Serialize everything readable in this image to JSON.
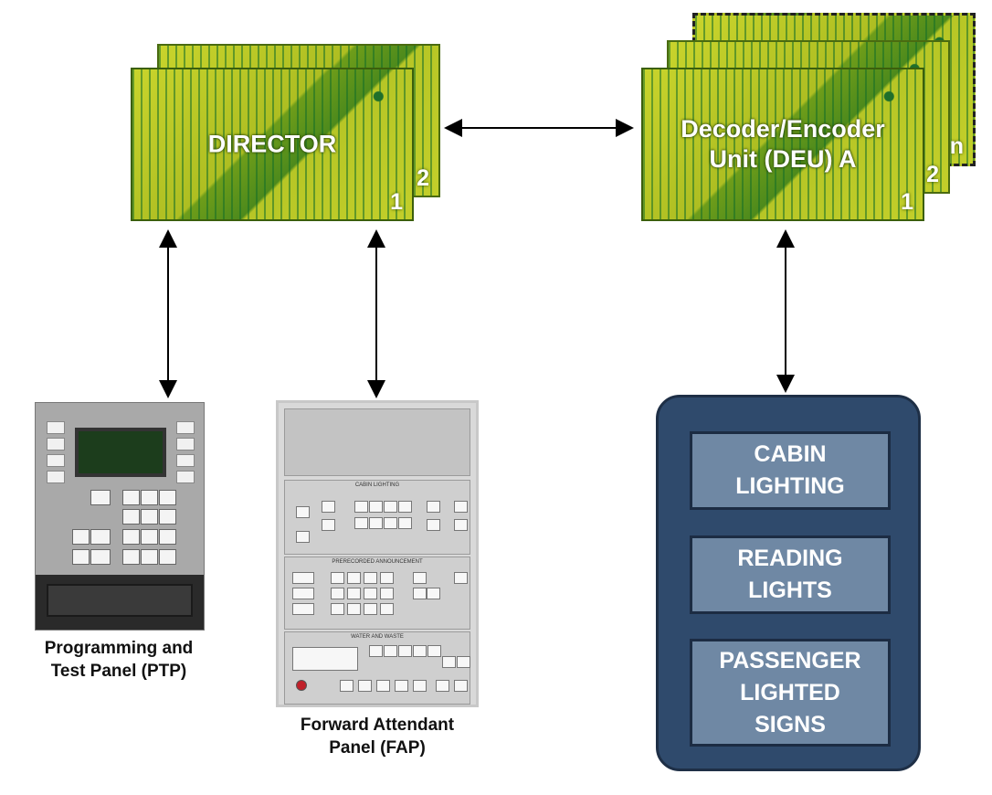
{
  "director": {
    "title": "DIRECTOR",
    "front_num": "1",
    "back_num": "2"
  },
  "deu": {
    "title": "Decoder/Encoder\nUnit (DEU) A",
    "front_num": "1",
    "mid_num": "2",
    "back_num": "n"
  },
  "ptp": {
    "caption": "Programming and\nTest Panel (PTP)"
  },
  "fap": {
    "caption": "Forward Attendant\nPanel (FAP)",
    "sections": [
      "CABIN LIGHTING",
      "PRERECORDED ANNOUNCEMENT",
      "WATER AND WASTE"
    ]
  },
  "cabin_items": [
    "CABIN\nLIGHTING",
    "READING\nLIGHTS",
    "PASSENGER\nLIGHTED\nSIGNS"
  ],
  "colors": {
    "board": "#b7c626",
    "cabin_box": "#2f4a6c",
    "cabin_item": "#6f88a4"
  }
}
